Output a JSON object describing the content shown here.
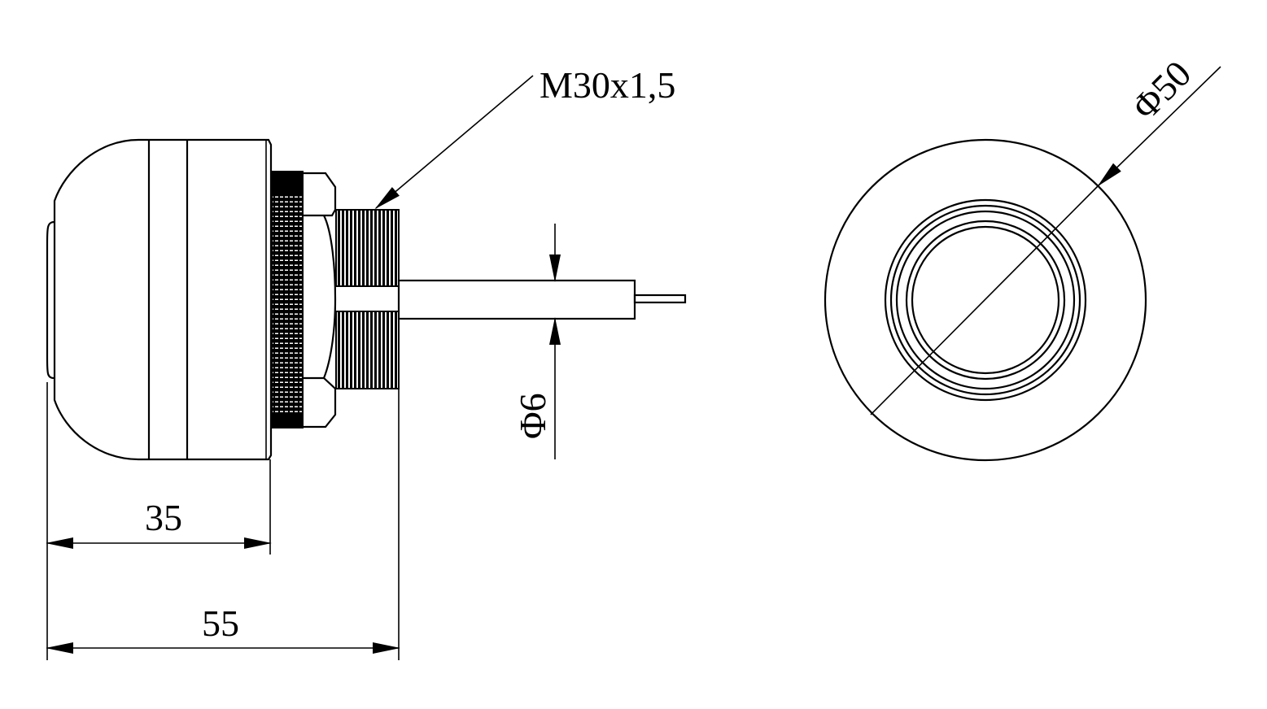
{
  "drawing": {
    "thread_label": "M30x1,5",
    "cable_diameter_label": "Φ6",
    "outer_diameter_label": "Φ50",
    "body_length_label": "35",
    "total_length_label": "55"
  },
  "colors": {
    "line": "#000000",
    "background": "#ffffff"
  }
}
